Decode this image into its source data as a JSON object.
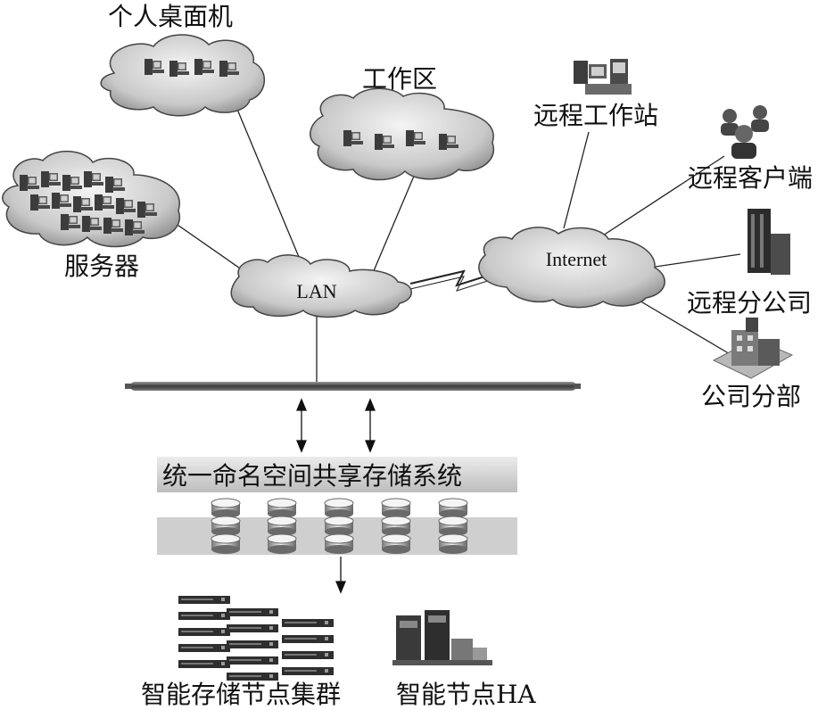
{
  "labels": {
    "personal_desktop": "个人桌面机",
    "work_area": "工作区",
    "remote_workstation": "远程工作站",
    "remote_client": "远程客户端",
    "server": "服务器",
    "lan": "LAN",
    "internet": "Internet",
    "remote_branch": "远程分公司",
    "company_division": "公司分部",
    "storage_system": "统一命名空间共享存储系统",
    "storage_cluster": "智能存储节点集群",
    "smart_node_ha": "智能节点HA"
  },
  "icons": {
    "desktop": "desktop-computer-icon",
    "server": "server-rack-icon",
    "database": "database-cylinder-icon",
    "building": "office-building-icon",
    "people": "people-group-icon"
  }
}
